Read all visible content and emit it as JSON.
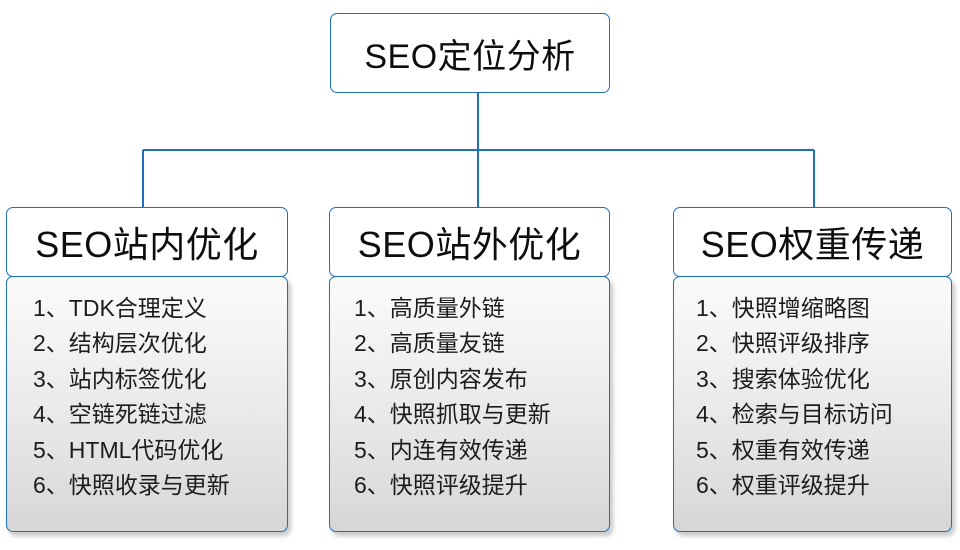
{
  "diagram": {
    "root": {
      "label": "SEO定位分析"
    },
    "branches": [
      {
        "title": "SEO站内优化",
        "items": [
          "1、TDK合理定义",
          "2、结构层次优化",
          "3、站内标签优化",
          "4、空链死链过滤",
          "5、HTML代码优化",
          "6、快照收录与更新"
        ]
      },
      {
        "title": "SEO站外优化",
        "items": [
          "1、高质量外链",
          "2、高质量友链",
          "3、原创内容发布",
          "4、快照抓取与更新",
          "5、内连有效传递",
          "6、快照评级提升"
        ]
      },
      {
        "title": "SEO权重传递",
        "items": [
          "1、快照增缩略图",
          "2、快照评级排序",
          "3、搜索体验优化",
          "4、检索与目标访问",
          "5、权重有效传递",
          "6、权重评级提升"
        ]
      }
    ],
    "colors": {
      "border": "#1f70b8",
      "connector": "#1f70b8",
      "node_fill": "#ffffff",
      "list_fill_top": "#fbfbfb",
      "list_fill_bottom": "#d6d6d6",
      "text": "#0d0d0d"
    }
  }
}
